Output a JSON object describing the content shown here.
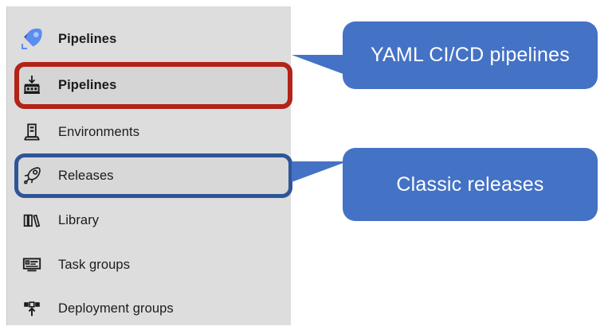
{
  "sidebar": {
    "background_color": "#dddddd",
    "header": {
      "label": "Pipelines",
      "icon": "azure-pipelines-logo"
    },
    "items": [
      {
        "label": "Pipelines",
        "icon": "pipelines-icon"
      },
      {
        "label": "Environments",
        "icon": "environments-server-icon"
      },
      {
        "label": "Releases",
        "icon": "releases-rocket-icon"
      },
      {
        "label": "Library",
        "icon": "library-books-icon"
      },
      {
        "label": "Task groups",
        "icon": "task-groups-icon"
      },
      {
        "label": "Deployment groups",
        "icon": "deployment-groups-icon"
      }
    ]
  },
  "annotations": {
    "highlights": [
      {
        "target": "Pipelines",
        "color": "#B22318"
      },
      {
        "target": "Releases",
        "color": "#2F5597"
      }
    ],
    "callouts": [
      {
        "text": "YAML CI/CD pipelines",
        "color": "#4472C4",
        "points_to": "Pipelines"
      },
      {
        "text": "Classic releases",
        "color": "#4472C4",
        "points_to": "Releases"
      }
    ]
  }
}
